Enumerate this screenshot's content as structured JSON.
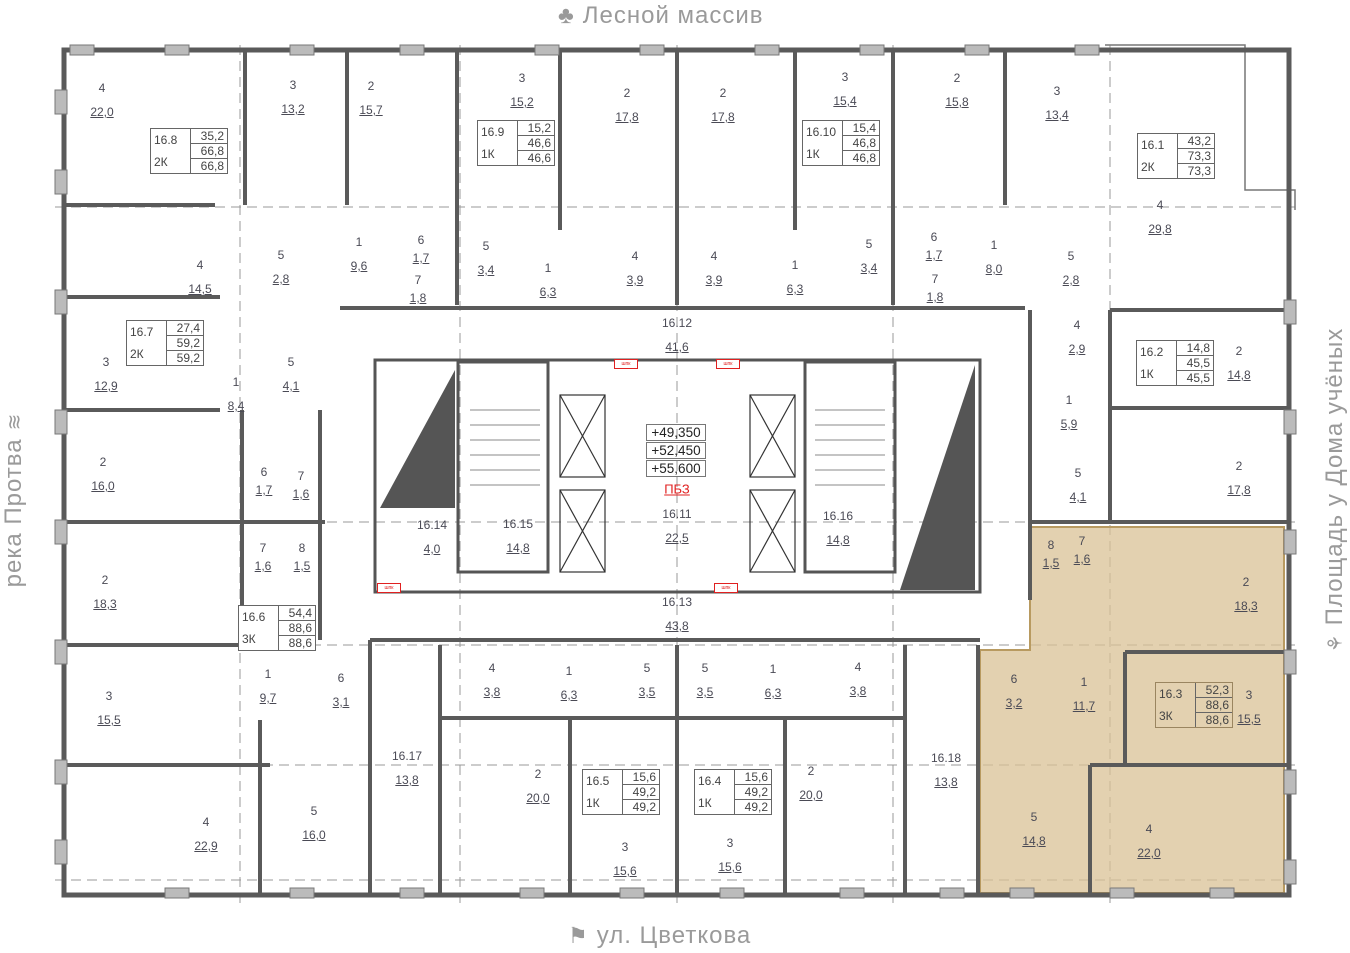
{
  "compass": {
    "north": "Лесной массив",
    "south": "ул. Цветкова",
    "west": "река Протва",
    "east": "Площадь у Дома учёных"
  },
  "colors": {
    "highlight": "#d9c295",
    "wall": "#5a5a5a",
    "accent_red": "#e02020"
  },
  "core": {
    "elevations": [
      "+49,350",
      "+52,450",
      "+55,600"
    ],
    "fire_zone": "ПБЗ",
    "hydrant_label": "шпк",
    "spaces": [
      {
        "id": "16.12",
        "area": "41,6"
      },
      {
        "id": "16.11",
        "area": "22,5"
      },
      {
        "id": "16.13",
        "area": "43,8"
      },
      {
        "id": "16.14",
        "area": "4,0"
      },
      {
        "id": "16.15",
        "area": "14,8"
      },
      {
        "id": "16.16",
        "area": "14,8"
      },
      {
        "id": "16.17",
        "area": "13,8"
      },
      {
        "id": "16.18",
        "area": "13,8"
      }
    ]
  },
  "apartments": [
    {
      "id": "16.8",
      "type": "2К",
      "values": [
        "35,2",
        "66,8",
        "66,8"
      ]
    },
    {
      "id": "16.9",
      "type": "1К",
      "values": [
        "15,2",
        "46,6",
        "46,6"
      ]
    },
    {
      "id": "16.10",
      "type": "1К",
      "values": [
        "15,4",
        "46,8",
        "46,8"
      ]
    },
    {
      "id": "16.1",
      "type": "2К",
      "values": [
        "43,2",
        "73,3",
        "73,3"
      ]
    },
    {
      "id": "16.7",
      "type": "2К",
      "values": [
        "27,4",
        "59,2",
        "59,2"
      ]
    },
    {
      "id": "16.2",
      "type": "1К",
      "values": [
        "14,8",
        "45,5",
        "45,5"
      ]
    },
    {
      "id": "16.6",
      "type": "3К",
      "values": [
        "54,4",
        "88,6",
        "88,6"
      ]
    },
    {
      "id": "16.3",
      "type": "3К",
      "values": [
        "52,3",
        "88,6",
        "88,6"
      ],
      "highlighted": true
    },
    {
      "id": "16.5",
      "type": "1К",
      "values": [
        "15,6",
        "49,2",
        "49,2"
      ]
    },
    {
      "id": "16.4",
      "type": "1К",
      "values": [
        "15,6",
        "49,2",
        "49,2"
      ]
    }
  ],
  "rooms": [
    {
      "n": "4",
      "a": "22,0"
    },
    {
      "n": "3",
      "a": "13,2"
    },
    {
      "n": "2",
      "a": "15,7"
    },
    {
      "n": "1",
      "a": "9,6"
    },
    {
      "n": "5",
      "a": "2,8"
    },
    {
      "n": "6",
      "a": "1,7"
    },
    {
      "n": "7",
      "a": "1,8"
    },
    {
      "n": "4",
      "a": "14,5"
    },
    {
      "n": "3",
      "a": "15,2"
    },
    {
      "n": "2",
      "a": "17,8"
    },
    {
      "n": "5",
      "a": "3,4"
    },
    {
      "n": "1",
      "a": "6,3"
    },
    {
      "n": "4",
      "a": "3,9"
    },
    {
      "n": "2",
      "a": "17,8"
    },
    {
      "n": "3",
      "a": "15,4"
    },
    {
      "n": "2",
      "a": "15,8"
    },
    {
      "n": "4",
      "a": "3,9"
    },
    {
      "n": "1",
      "a": "6,3"
    },
    {
      "n": "5",
      "a": "3,4"
    },
    {
      "n": "3",
      "a": "13,4"
    },
    {
      "n": "4",
      "a": "29,8"
    },
    {
      "n": "1",
      "a": "8,0"
    },
    {
      "n": "6",
      "a": "1,7"
    },
    {
      "n": "7",
      "a": "1,8"
    },
    {
      "n": "5",
      "a": "2,8"
    },
    {
      "n": "4",
      "a": "2,9"
    },
    {
      "n": "2",
      "a": "14,8"
    },
    {
      "n": "1",
      "a": "5,9"
    },
    {
      "n": "5",
      "a": "4,1"
    },
    {
      "n": "2",
      "a": "17,8"
    },
    {
      "n": "8",
      "a": "1,5"
    },
    {
      "n": "7",
      "a": "1,6"
    },
    {
      "n": "2",
      "a": "18,3"
    },
    {
      "n": "6",
      "a": "3,2"
    },
    {
      "n": "1",
      "a": "11,7"
    },
    {
      "n": "3",
      "a": "15,5"
    },
    {
      "n": "5",
      "a": "14,8"
    },
    {
      "n": "4",
      "a": "22,0"
    },
    {
      "n": "3",
      "a": "12,9"
    },
    {
      "n": "1",
      "a": "8,4"
    },
    {
      "n": "5",
      "a": "4,1"
    },
    {
      "n": "2",
      "a": "16,0"
    },
    {
      "n": "6",
      "a": "1,7"
    },
    {
      "n": "7",
      "a": "1,6"
    },
    {
      "n": "7",
      "a": "1,6"
    },
    {
      "n": "8",
      "a": "1,5"
    },
    {
      "n": "2",
      "a": "18,3"
    },
    {
      "n": "1",
      "a": "9,7"
    },
    {
      "n": "6",
      "a": "3,1"
    },
    {
      "n": "3",
      "a": "15,5"
    },
    {
      "n": "4",
      "a": "22,9"
    },
    {
      "n": "5",
      "a": "16,0"
    },
    {
      "n": "4",
      "a": "3,8"
    },
    {
      "n": "1",
      "a": "6,3"
    },
    {
      "n": "5",
      "a": "3,5"
    },
    {
      "n": "2",
      "a": "20,0"
    },
    {
      "n": "3",
      "a": "15,6"
    },
    {
      "n": "5",
      "a": "3,5"
    },
    {
      "n": "1",
      "a": "6,3"
    },
    {
      "n": "4",
      "a": "3,8"
    },
    {
      "n": "2",
      "a": "20,0"
    },
    {
      "n": "3",
      "a": "15,6"
    }
  ]
}
